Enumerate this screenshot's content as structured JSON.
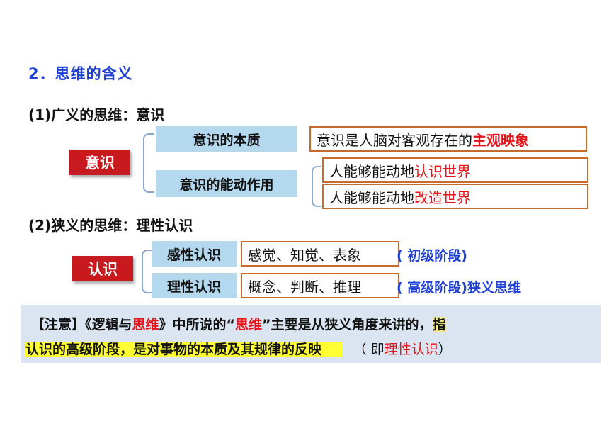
{
  "title": "2．思维的含义",
  "section1": {
    "heading": "(1)广义的思维：意识",
    "label": "意识",
    "branches": [
      {
        "label": "意识的本质",
        "content_prefix": "意识是人脑对客观存在的",
        "content_highlight": "主观映象"
      },
      {
        "label": "意识的能动作用",
        "items": [
          {
            "prefix": "人能够能动地",
            "highlight": "认识世界"
          },
          {
            "prefix": "人能够能动地",
            "highlight": "改造世界"
          }
        ]
      }
    ]
  },
  "section2": {
    "heading": "(2)狭义的思维：理性认识",
    "label": "认识",
    "rows": [
      {
        "label": "感性认识",
        "content": "感觉、知觉、表象",
        "stage": "( 初级阶段)"
      },
      {
        "label": "理性认识",
        "content": "概念、判断、推理",
        "stage": "( 高级阶段)狭义思维"
      }
    ]
  },
  "note": {
    "line1_a": "【注意】《逻辑与",
    "line1_b": "思维",
    "line1_c": "》中所说的“",
    "line1_d": "思维",
    "line1_e": "”主要是从狭义角度来讲的，",
    "line1_f": "指",
    "line2_a": "认识的高级阶段，是对事物的本质及其规律的反映",
    "line2_b": "（ 即",
    "line2_c": "理性认识",
    "line2_d": "）"
  },
  "colors": {
    "title_blue": "#1f3fd6",
    "label_red": "#c8191e",
    "label_blue": "#b4d8ee",
    "outline_orange": "#c86b2c",
    "emphasis_red": "#e3141b",
    "note_bg": "#dbe5f1",
    "highlight_yellow": "#ffff33"
  }
}
